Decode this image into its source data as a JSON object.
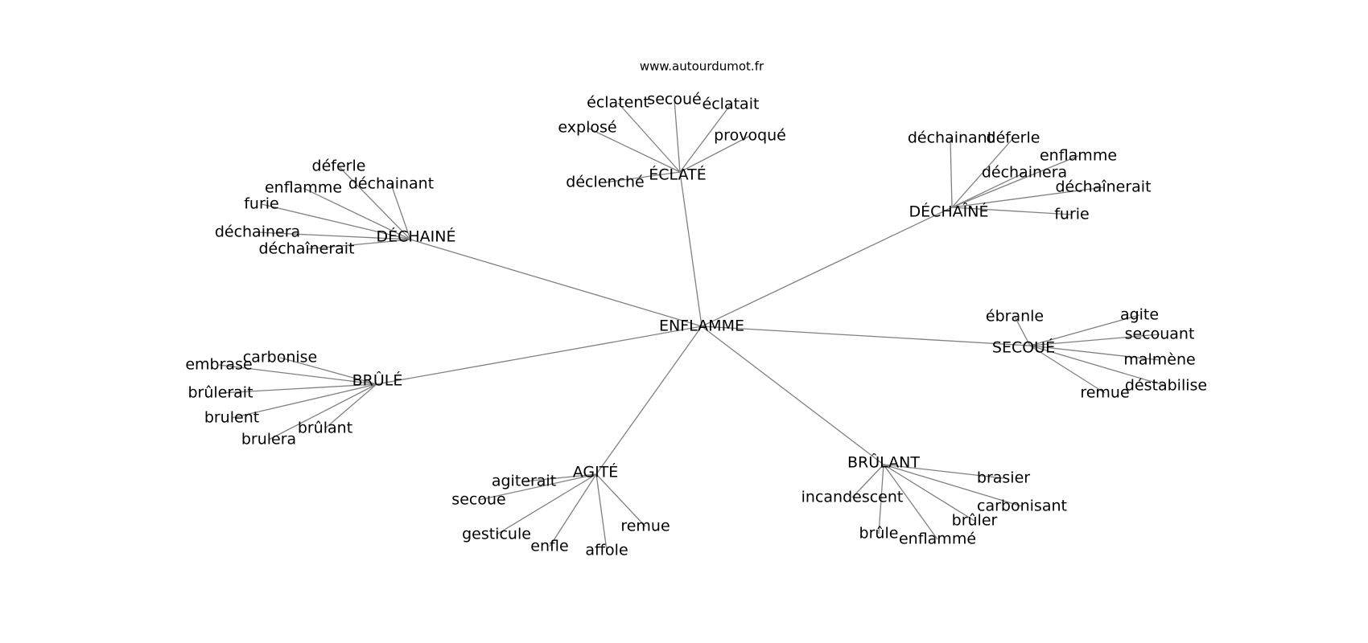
{
  "source": "www.autourdumot.fr",
  "colors": {
    "edge": "#808080",
    "text": "#000000",
    "background": "#ffffff"
  },
  "graph": {
    "center": "ENFLAMME",
    "clusters": [
      {
        "hub": "ÉCLATÉ",
        "leaves": [
          "éclatent",
          "secoué",
          "éclatait",
          "explosé",
          "provoqué",
          "déclenché"
        ]
      },
      {
        "hub": "DÉCHAINÉ",
        "leaves": [
          "déferle",
          "enflamme",
          "déchainant",
          "furie",
          "déchainera",
          "déchaînerait"
        ]
      },
      {
        "hub": "DÉCHAÎNÉ",
        "leaves": [
          "déchainant",
          "déferle",
          "enflamme",
          "déchainera",
          "déchaînerait",
          "furie"
        ]
      },
      {
        "hub": "SECOUÉ",
        "leaves": [
          "ébranle",
          "agite",
          "secouant",
          "malmène",
          "déstabilise",
          "remue"
        ]
      },
      {
        "hub": "BRÛLÉ",
        "leaves": [
          "carbonise",
          "embrase",
          "brûlerait",
          "brulent",
          "brûlant",
          "brulera"
        ]
      },
      {
        "hub": "AGITÉ",
        "leaves": [
          "agiterait",
          "secoue",
          "gesticule",
          "enfle",
          "affole",
          "remue"
        ]
      },
      {
        "hub": "BRÛLANT",
        "leaves": [
          "brasier",
          "incandescent",
          "carbonisant",
          "brûler",
          "brûle",
          "enflammé"
        ]
      }
    ]
  }
}
